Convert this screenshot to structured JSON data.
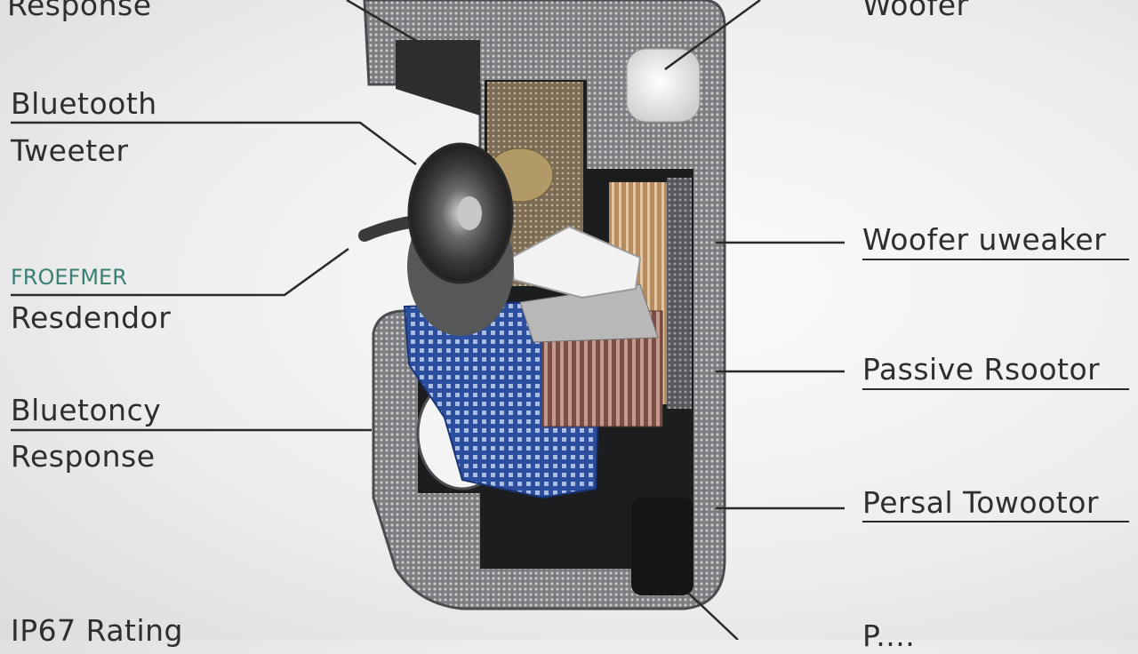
{
  "labels": {
    "left": {
      "response_top": "Response",
      "bluetooth": "Bluetooth",
      "tweeter": "Tweeter",
      "froefmer": "FROEFMER",
      "resdendor": "Resdendor",
      "bluetoncy": "Bluetoncy",
      "response_bottom": "Response",
      "ip67": "IP67 Rating"
    },
    "right": {
      "woofer_top": "Woofer",
      "woofer_uweaker": "Woofer uweaker",
      "passive_rsootor": "Passive Rsootor",
      "persal_towootor": "Persal Towootor",
      "bottom_partial": "P...."
    }
  },
  "colors": {
    "text": "#2e2e2e",
    "accent_label": "#3c7f73",
    "shell": "#6f7174",
    "pcb": "#2b4f9e"
  }
}
